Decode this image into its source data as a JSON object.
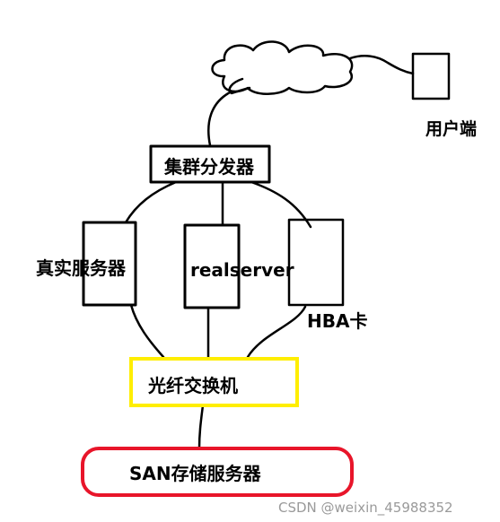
{
  "nodes": {
    "client_label": "用户端",
    "dispatcher_label": "集群分发器",
    "real_server_label": "真实服务器",
    "realserver_label": "realserver",
    "hba_label": "HBA卡",
    "switch_label": "光纤交换机",
    "san_label": "SAN存储服务器"
  },
  "watermark": "CSDN @weixin_45988352",
  "colors": {
    "stroke": "#000000",
    "switch_border": "#ffee00",
    "san_border": "#e8152a",
    "watermark": "#9a9a9a"
  }
}
